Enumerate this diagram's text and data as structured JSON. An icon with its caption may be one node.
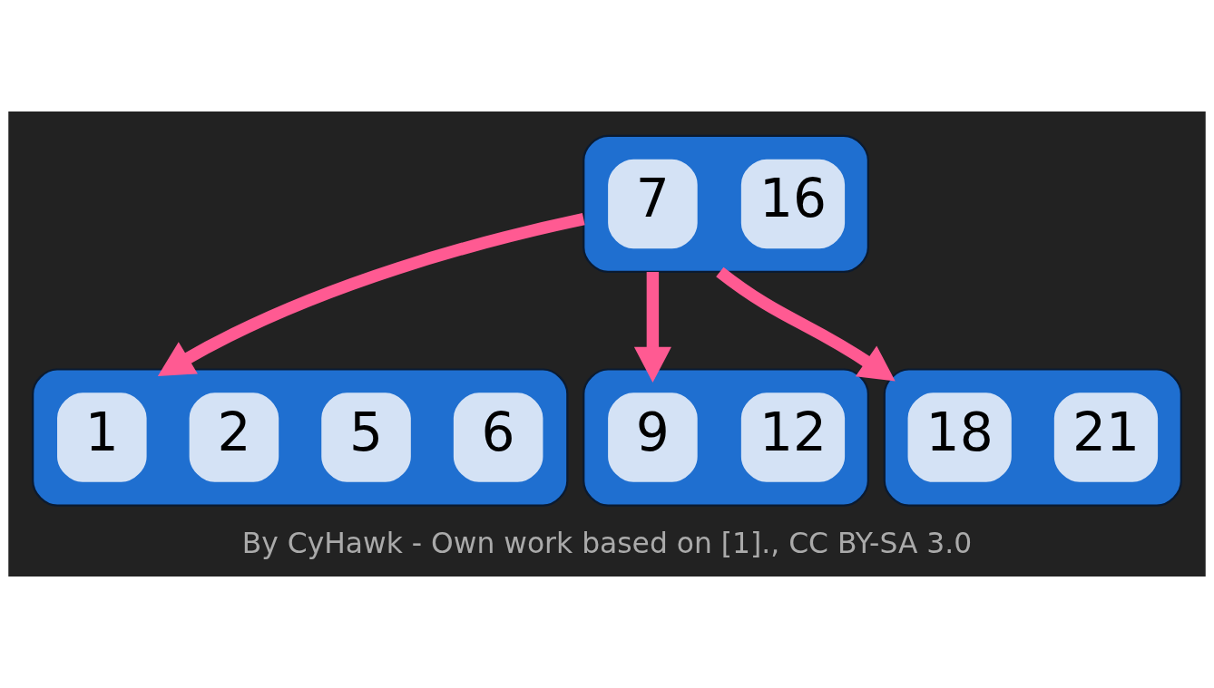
{
  "diagram": {
    "caption": "By CyHawk - Own work based on [1]., CC BY-SA 3.0",
    "nodes": [
      {
        "text": [],
        "shape": "box"
      },
      {
        "text": [
          "7"
        ],
        "in": 0
      },
      {
        "text": [
          "16"
        ],
        "in": 0
      },
      {
        "text": [],
        "shape": "box"
      },
      {
        "text": [
          "1"
        ],
        "in": 3
      },
      {
        "text": [
          "2"
        ],
        "in": 3
      },
      {
        "text": [
          "5"
        ],
        "in": 3
      },
      {
        "text": [
          "6"
        ],
        "in": 3
      },
      {
        "text": [],
        "shape": "box"
      },
      {
        "text": [
          "9"
        ],
        "in": 8
      },
      {
        "text": [
          "12"
        ],
        "in": 8
      },
      {
        "text": [],
        "shape": "box"
      },
      {
        "text": [
          "18"
        ],
        "in": 11
      },
      {
        "text": [
          "21"
        ],
        "in": 11
      }
    ],
    "edges": [
      {
        "from": 0,
        "to": 3,
        "arrow": "to"
      },
      {
        "from": 0,
        "to": 8,
        "arrow": "to"
      },
      {
        "from": 0,
        "to": 11,
        "arrow": "to"
      }
    ]
  }
}
